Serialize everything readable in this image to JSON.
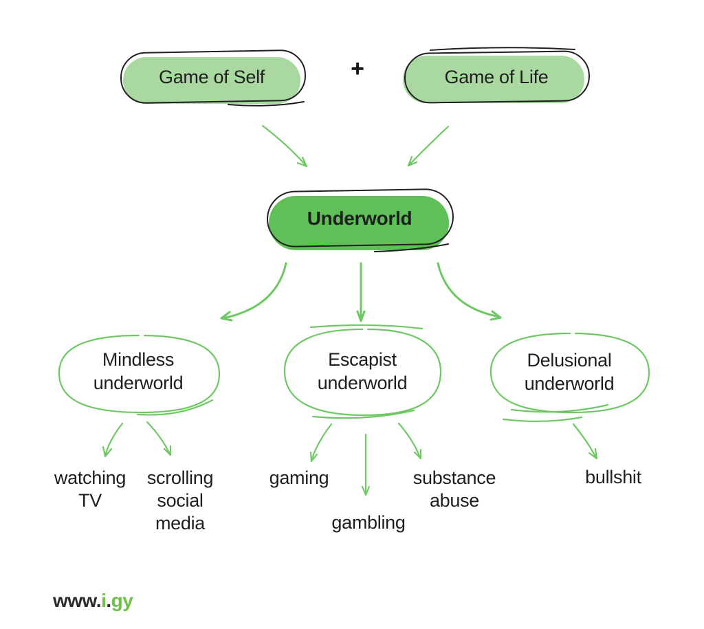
{
  "colors": {
    "light_green": "#a9d8a1",
    "dark_green": "#5fc058",
    "line_green": "#6ec863",
    "outline_black": "#1f1f1f",
    "text_dark": "#1e1e1e",
    "footer_green": "#6cc33e"
  },
  "diagram": {
    "top_left": "Game of Self",
    "plus": "+",
    "top_right": "Game of Life",
    "center": "Underworld",
    "branch_mindless": "Mindless\nunderworld",
    "branch_escapist": "Escapist\nunderworld",
    "branch_delusional": "Delusional\nunderworld",
    "leaf_watching_tv": "watching\nTV",
    "leaf_scrolling": "scrolling\nsocial\nmedia",
    "leaf_gaming": "gaming",
    "leaf_gambling": "gambling",
    "leaf_substance": "substance\nabuse",
    "leaf_bullshit": "bullshit"
  },
  "footer": {
    "prefix": "www.",
    "i": "i",
    "dot": ".",
    "suffix": "gy"
  }
}
